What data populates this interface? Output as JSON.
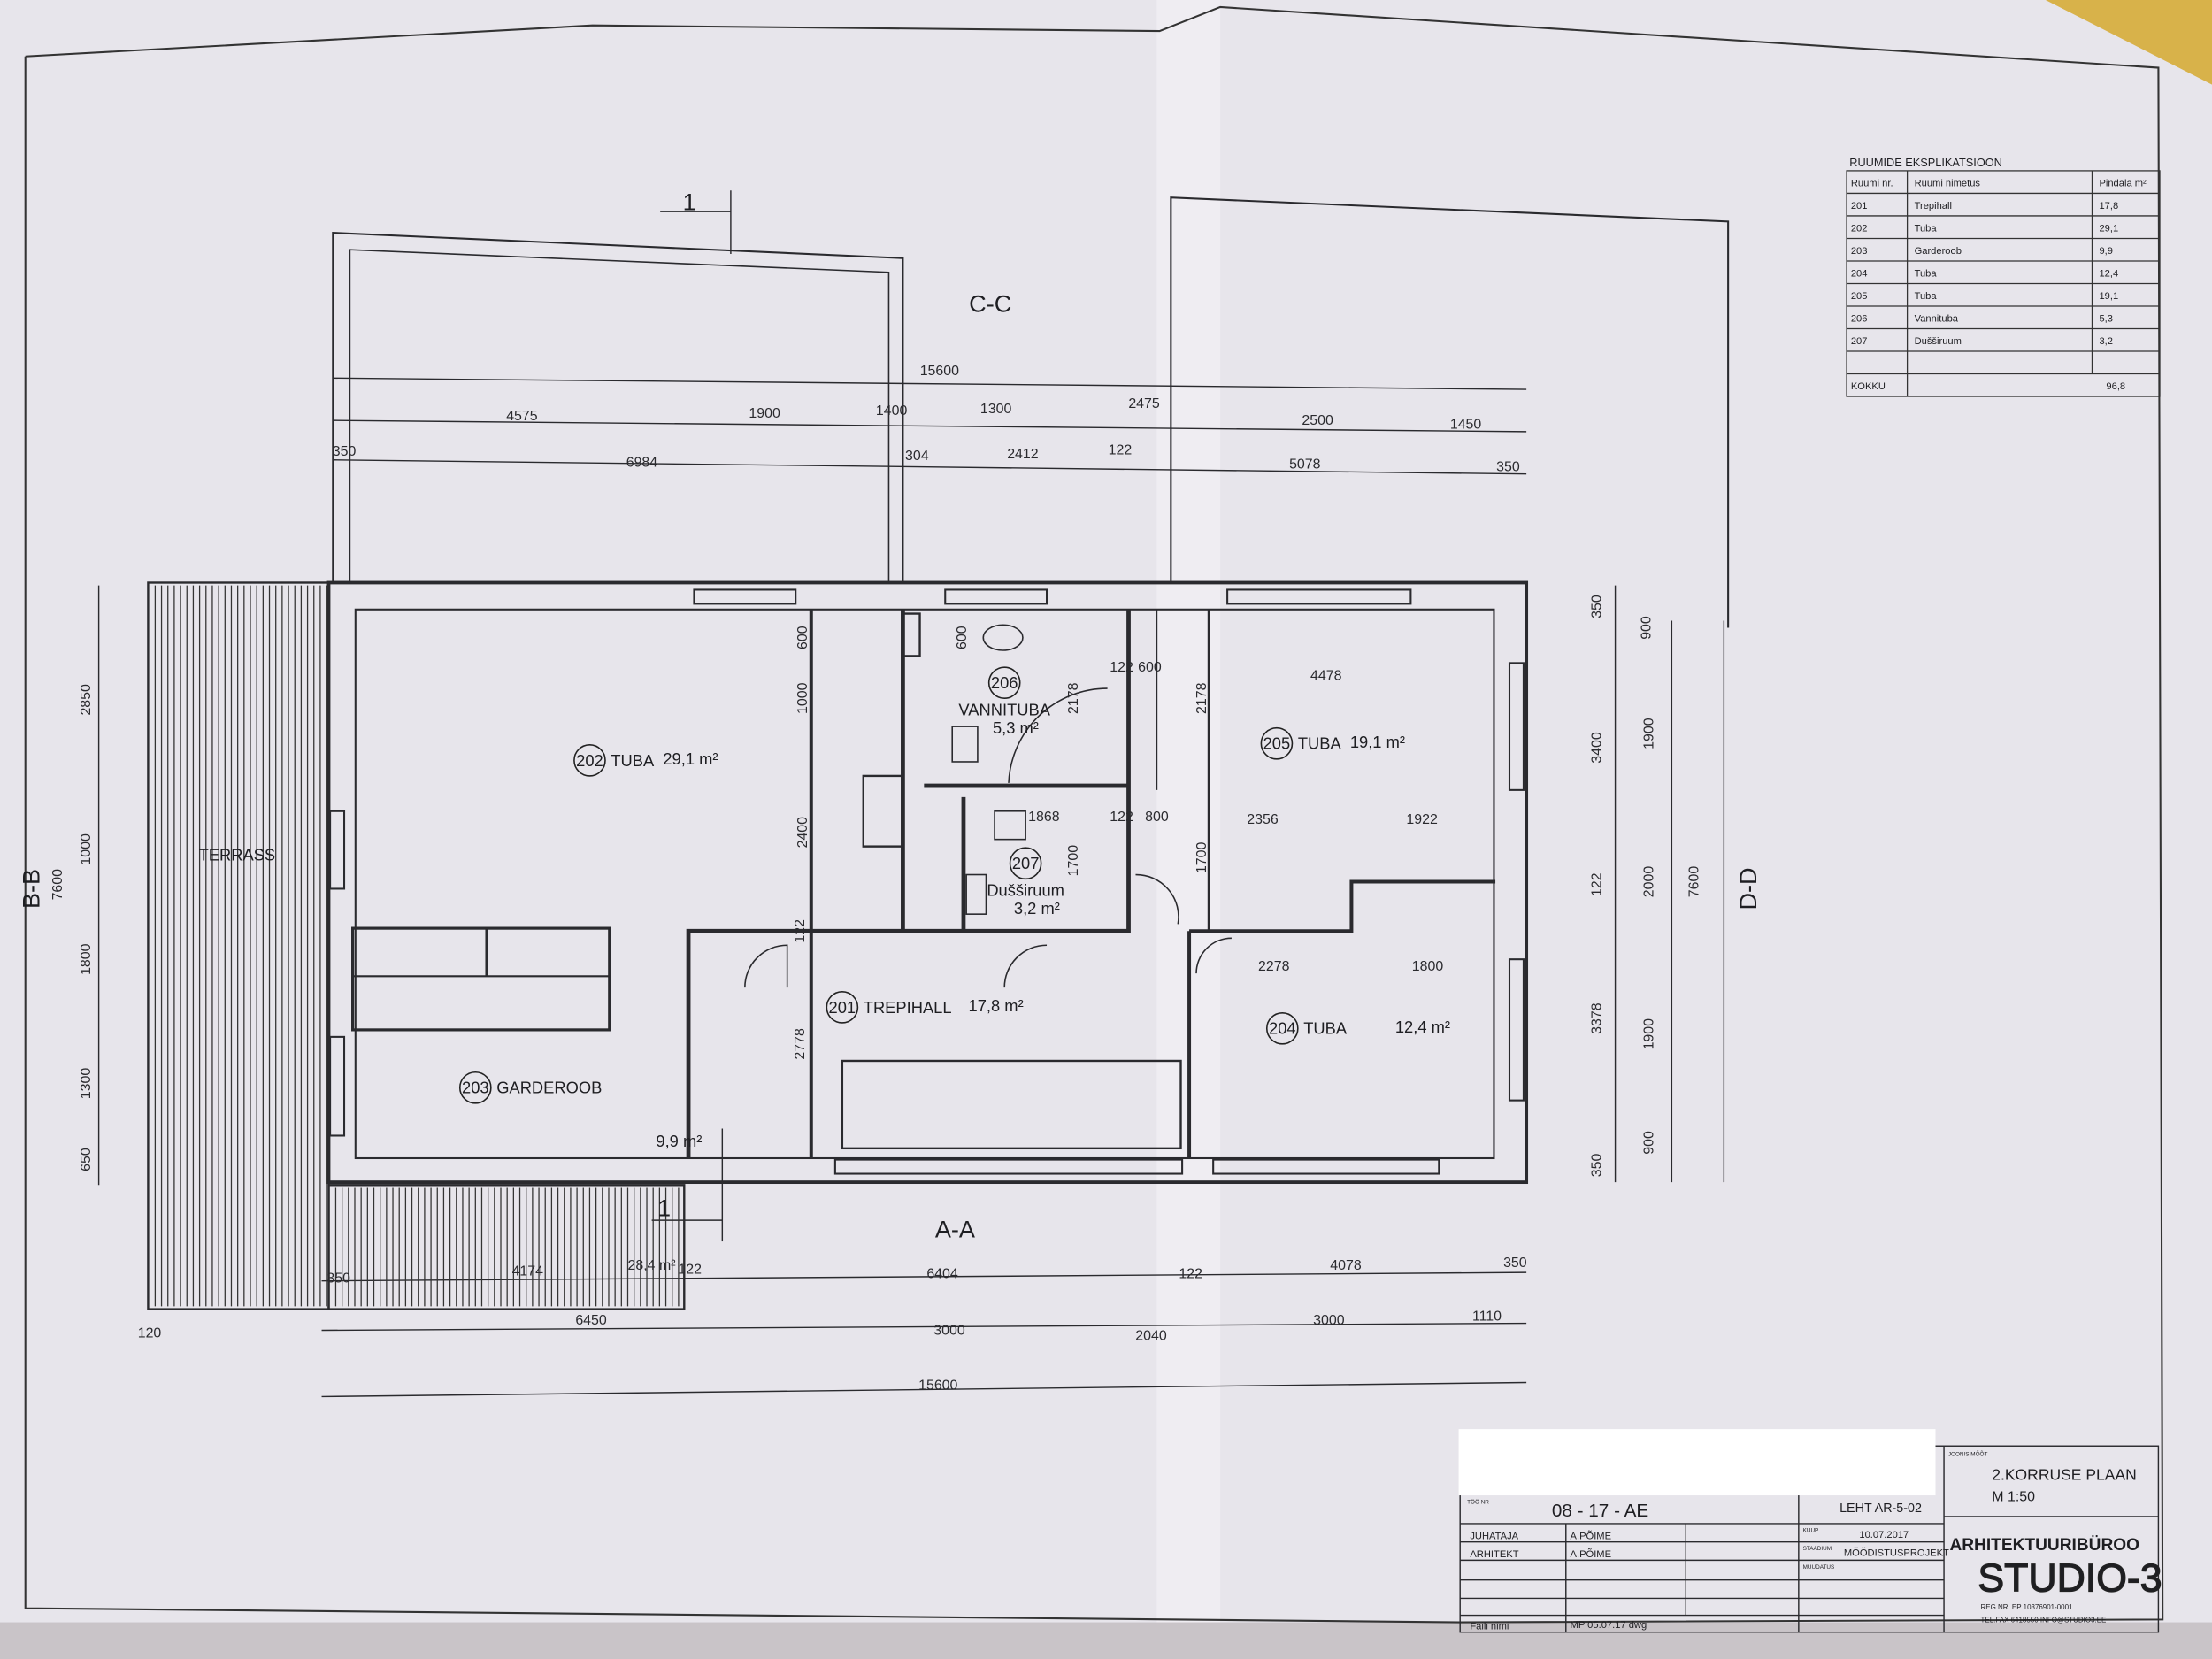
{
  "plan": {
    "sections": {
      "cc": "C-C",
      "aa": "A-A",
      "bb": "B-B",
      "dd": "D-D",
      "cut_top": "1",
      "cut_bottom": "1"
    },
    "terrace_label": "TERRASS",
    "rooms": [
      {
        "nr": "202",
        "name": "TUBA",
        "area": "29,1 m²"
      },
      {
        "nr": "203",
        "name": "GARDEROOB",
        "area": "9,9 m²"
      },
      {
        "nr": "201",
        "name": "TREPIHALL",
        "area": "17,8 m²"
      },
      {
        "nr": "204",
        "name": "TUBA",
        "area": "12,4 m²"
      },
      {
        "nr": "205",
        "name": "TUBA",
        "area": "19,1 m²"
      },
      {
        "nr": "206",
        "name": "VANNITUBA",
        "area": "5,3 m²"
      },
      {
        "nr": "207",
        "name": "Dušširuum",
        "area": "3,2 m²"
      }
    ],
    "terrace_area": "28,4 m²",
    "dims": [
      "15600",
      "4575",
      "1900",
      "1400",
      "1300",
      "2475",
      "2500",
      "1450",
      "350",
      "6984",
      "304",
      "2412",
      "122",
      "5078",
      "350",
      "350",
      "4174",
      "122",
      "6404",
      "122",
      "4078",
      "350",
      "120",
      "6450",
      "3000",
      "2040",
      "3000",
      "1110",
      "15600",
      "2850",
      "1000",
      "1800",
      "1300",
      "650",
      "7600",
      "600",
      "1000",
      "2400",
      "2778",
      "600",
      "2178",
      "1700",
      "2178",
      "1700",
      "350",
      "900",
      "3400",
      "1900",
      "122",
      "2000",
      "7600",
      "3378",
      "1900",
      "350",
      "900",
      "4478",
      "122",
      "600",
      "1868",
      "122",
      "800",
      "2356",
      "1922",
      "2278",
      "1800",
      "122"
    ]
  },
  "explication": {
    "title": "RUUMIDE EKSPLIKATSIOON",
    "headers": [
      "Ruumi nr.",
      "Ruumi nimetus",
      "Pindala m²"
    ],
    "rows": [
      [
        "201",
        "Trepihall",
        "17,8"
      ],
      [
        "202",
        "Tuba",
        "29,1"
      ],
      [
        "203",
        "Garderoob",
        "9,9"
      ],
      [
        "204",
        "Tuba",
        "12,4"
      ],
      [
        "205",
        "Tuba",
        "19,1"
      ],
      [
        "206",
        "Vannituba",
        "5,3"
      ],
      [
        "207",
        "Dušširuum",
        "3,2"
      ]
    ],
    "total_label": "KOKKU",
    "total_value": "96,8"
  },
  "title_block": {
    "job_label": "TÖÖ NR",
    "job_no": "08 - 17 - AE",
    "sheet": "LEHT AR-5-02",
    "drawing_label": "JOONIS MÕÕT",
    "drawing_title": "2.KORRUSE PLAAN",
    "scale": "M 1:50",
    "juhataja_label": "JUHATAJA",
    "juhataja": "A.PÕIME",
    "arhitekt_label": "ARHITEKT",
    "arhitekt": "A.PÕIME",
    "date_label": "KUUP",
    "date": "10.07.2017",
    "stage_label": "STAADIUM",
    "stage": "MÕÕDISTUSPROJEKT",
    "changes_label": "MUUDATUS",
    "file_label": "Faili nimi",
    "file": "MP 05.07.17 dwg",
    "company_line1": "ARHITEKTUURIBÜROO",
    "company_line2": "STUDIO-3",
    "reg": "REG.NR. EP 10376901-0001",
    "contact": "TEL.FAX 6418550  INFO@STUDIO3.EE"
  }
}
